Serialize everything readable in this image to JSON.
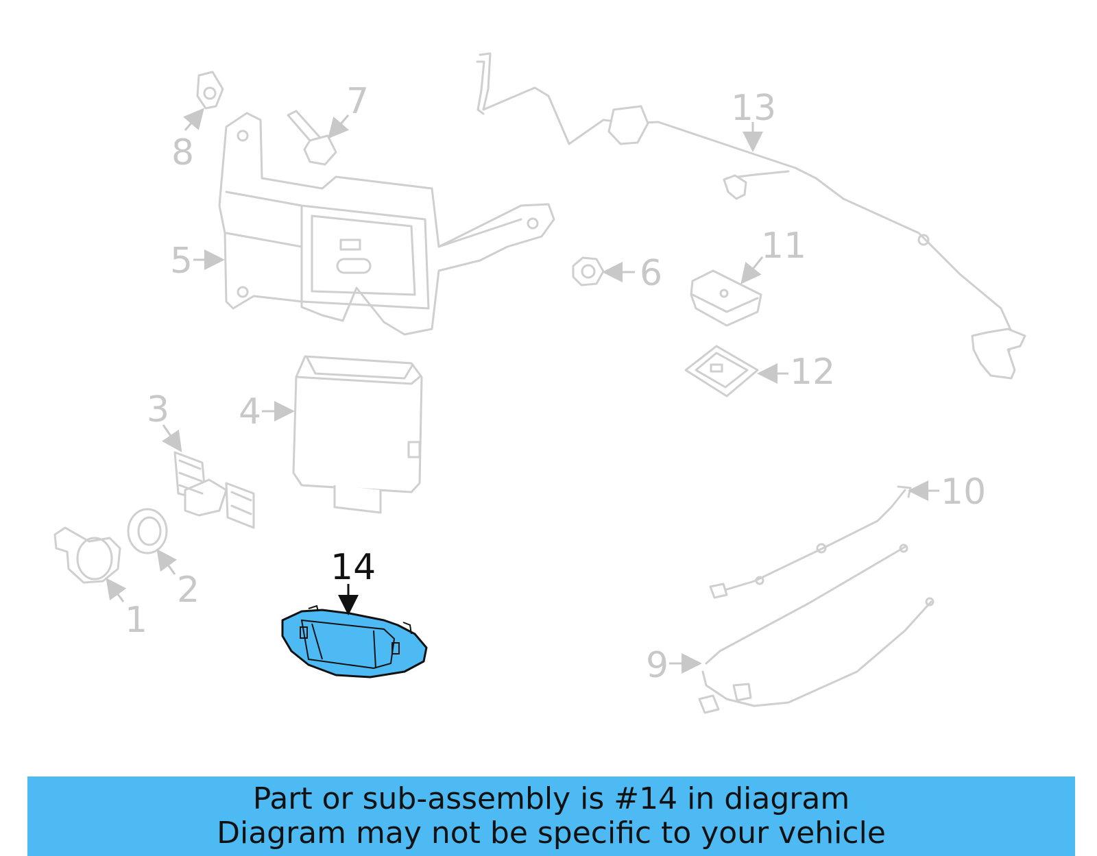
{
  "diagram": {
    "callouts": {
      "c1": "1",
      "c2": "2",
      "c3": "3",
      "c4": "4",
      "c5": "5",
      "c6": "6",
      "c7": "7",
      "c8": "8",
      "c9": "9",
      "c10": "10",
      "c11": "11",
      "c12": "12",
      "c13": "13",
      "c14": "14"
    },
    "highlight_color": "#4dbaf4",
    "muted_color": "#c8c8c8"
  },
  "banner": {
    "line1": "Part or sub-assembly is #14 in diagram",
    "line2": "Diagram may not be specific to your vehicle",
    "background": "#4dbaf4"
  }
}
